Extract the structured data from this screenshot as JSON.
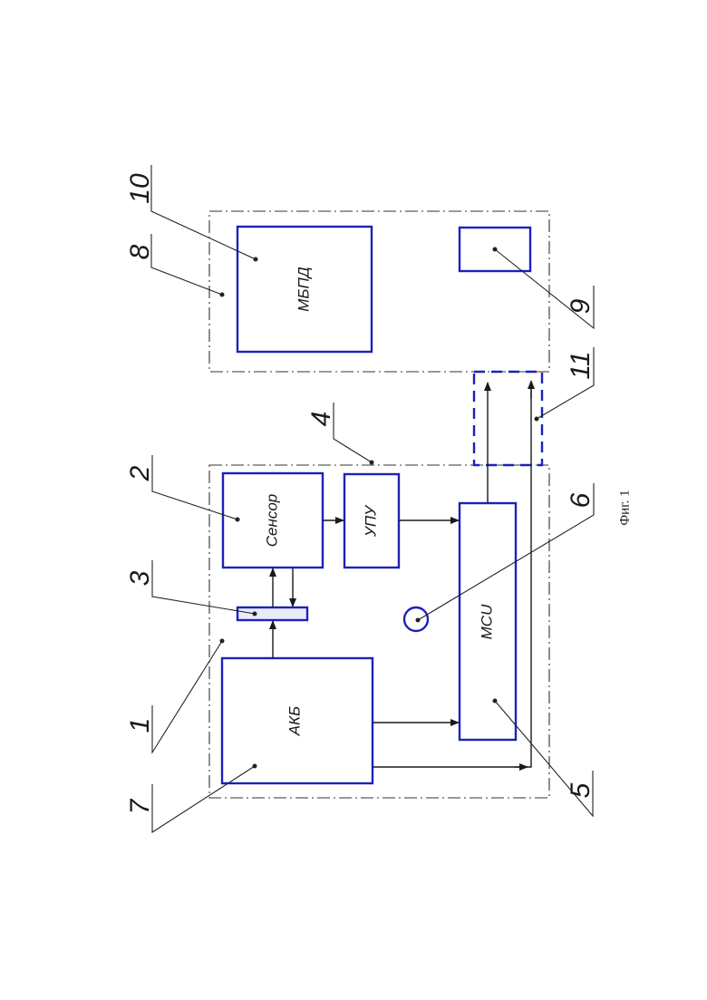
{
  "diagram": {
    "caption": "Фиг. 1",
    "blocks": {
      "sensor": "Сенсор",
      "amp": "УПУ",
      "mcu": "MCU",
      "battery": "АКБ",
      "mbpd": "МБПД"
    },
    "callouts": [
      "1",
      "2",
      "3",
      "4",
      "5",
      "6",
      "7",
      "8",
      "9",
      "10",
      "11"
    ]
  }
}
